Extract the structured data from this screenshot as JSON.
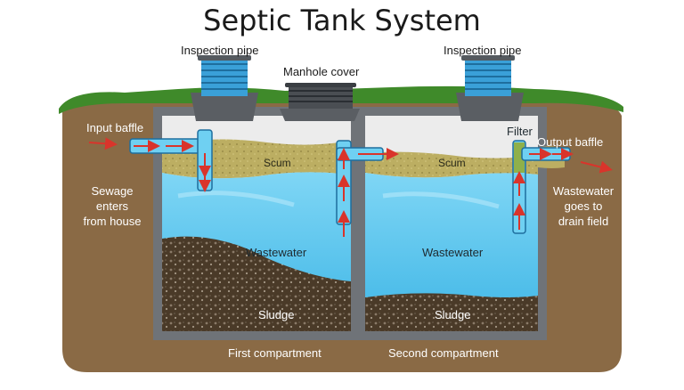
{
  "title": "Septic Tank System",
  "labels": {
    "inspection_pipe_left": "Inspection pipe",
    "inspection_pipe_right": "Inspection pipe",
    "manhole_cover": "Manhole cover",
    "input_baffle": "Input baffle",
    "output_baffle": "Output baffle",
    "filter": "Filter",
    "scum_first": "Scum",
    "scum_second": "Scum",
    "wastewater_first": "Wastewater",
    "wastewater_second": "Wastewater",
    "sludge_first": "Sludge",
    "sludge_second": "Sludge",
    "sewage_line1": "Sewage",
    "sewage_line2": "enters",
    "sewage_line3": "from house",
    "drain_line1": "Wastewater",
    "drain_line2": "goes to",
    "drain_line3": "drain field",
    "first_compartment": "First compartment",
    "second_compartment": "Second compartment"
  },
  "colors": {
    "soil": "#8a6a45",
    "grass": "#3f8a2a",
    "tank_wall": "#6f7378",
    "water": "#5fc8ef",
    "scum": "#b8a85a",
    "sludge": "#4a3a28",
    "pipe": "#6fd0f2",
    "arrow": "#d9342b"
  }
}
